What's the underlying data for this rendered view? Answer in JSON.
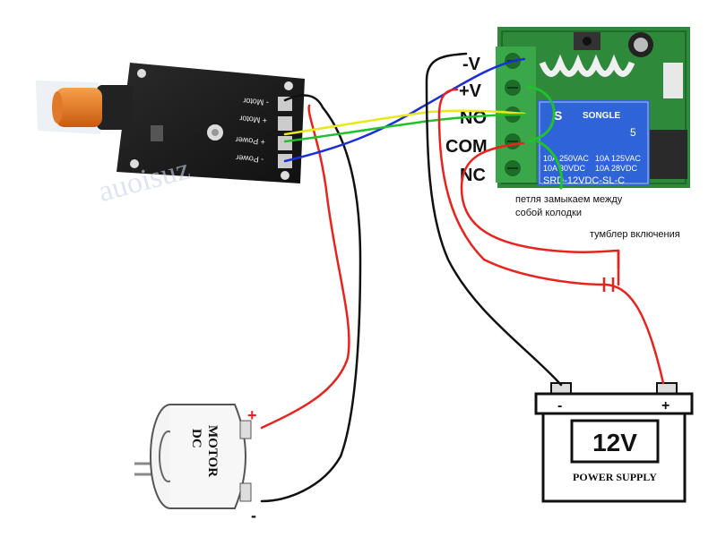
{
  "pwm_board": {
    "pin_labels": [
      "- Motor",
      "+ Motor",
      "+ Power",
      "- Power"
    ],
    "watermark": "auoisuz"
  },
  "relay_module": {
    "terminal_labels": [
      "-V",
      "+V",
      "NO",
      "COM",
      "NC"
    ],
    "relay": {
      "brand": "SONGLE",
      "ratings_left": [
        "10A 250VAC",
        "10A 30VDC"
      ],
      "ratings_right": [
        "10A 125VAC",
        "10A 28VDC"
      ],
      "model": "SRD-12VDC-SL-C",
      "number": "5"
    }
  },
  "annotations": {
    "loop_note_line1": "петля замыкаем между",
    "loop_note_line2": "собой колодки",
    "toggle_note": "тумблер включения"
  },
  "motor": {
    "label_line1": "DC",
    "label_line2": "MOTOR",
    "plus": "+",
    "minus": "-"
  },
  "battery": {
    "voltage": "12V",
    "caption": "POWER SUPPLY",
    "minus": "-",
    "plus": "+"
  },
  "colors": {
    "red_wire": "#e8231e",
    "black_wire": "#111111",
    "blue_wire": "#1b2fd6",
    "yellow_wire": "#e8e81a",
    "green_wire": "#22c02a",
    "relay_blue": "#2f64d8",
    "pcb_green": "#2e8a3a",
    "terminal_green": "#3aa84a"
  }
}
